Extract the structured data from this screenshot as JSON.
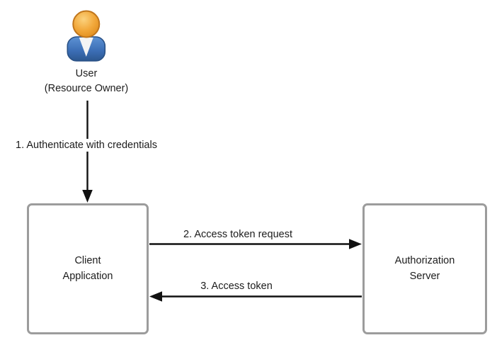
{
  "actor": {
    "name": "User",
    "role": "(Resource Owner)",
    "icon": "person-icon"
  },
  "nodes": {
    "client": {
      "line1": "Client",
      "line2": "Application"
    },
    "auth_server": {
      "line1": "Authorization",
      "line2": "Server"
    }
  },
  "steps": {
    "authenticate": "1. Authenticate with credentials",
    "token_request": "2. Access token request",
    "token_response": "3. Access token"
  },
  "colors": {
    "background": "#ffffff",
    "box_border": "#9c9c9c",
    "arrow": "#111111",
    "text": "#1c1c1c",
    "actor_head": "#f0a32f",
    "actor_body": "#3f72b8",
    "actor_collar": "#f4f4f4"
  }
}
